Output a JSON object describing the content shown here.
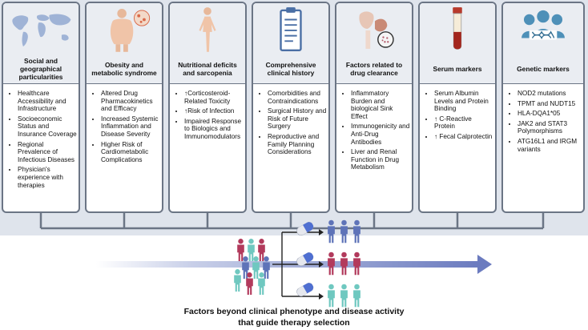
{
  "columns": [
    {
      "id": "social",
      "title": "Social and geographical particularities",
      "icon": "world-map-icon",
      "bullets": [
        "Healthcare Accessibility and Infrastructure",
        "Socioeconomic Status and Insurance Coverage",
        "Regional Prevalence of Infectious Diseases",
        "Physician's experience with therapies"
      ]
    },
    {
      "id": "obesity",
      "title": "Obesity and metabolic syndrome",
      "icon": "obese-person-icon",
      "bullets": [
        "Altered Drug Pharmacokinetics and Efficacy",
        "Increased Systemic Inflammation and Disease Severity",
        "Higher Risk of Cardiometabolic Complications"
      ]
    },
    {
      "id": "nutrition",
      "title": "Nutritional deficits and sarcopenia",
      "icon": "thin-person-icon",
      "bullets": [
        "↑Corticosteroid-Related Toxicity",
        "↑Risk of Infection",
        "Impaired Response to Biologics and Immunomodulators"
      ]
    },
    {
      "id": "history",
      "title": "Comprehensive clinical history",
      "icon": "clipboard-icon",
      "bullets": [
        "Comorbidities and Contraindications",
        "Surgical History and Risk of Future Surgery",
        "Reproductive and Family Planning Considerations"
      ]
    },
    {
      "id": "clearance",
      "title": "Factors related to drug clearance",
      "icon": "organs-icon",
      "bullets": [
        "Inflammatory Burden and biological Sink Effect",
        "Immunogenicity and Anti-Drug Antibodies",
        "Liver and Renal Function in Drug Metabolism"
      ]
    },
    {
      "id": "serum",
      "title": "Serum markers",
      "icon": "blood-tube-icon",
      "bullets": [
        "Serum Albumin Levels and Protein Binding",
        "↑ C-Reactive Protein",
        "↑ Fecal Calprotectin"
      ]
    },
    {
      "id": "genetic",
      "title": "Genetic markers",
      "icon": "genetics-people-icon",
      "bullets": [
        "NOD2 mutations",
        "TPMT and NUDT15",
        "HLA-DQA1*05",
        "JAK2 and STAT3 Polymorphisms",
        "ATG16L1 and IRGM variants"
      ]
    }
  ],
  "caption": {
    "line1": "Factors beyond clinical phenotype and disease activity",
    "line2": "that guide therapy selection"
  },
  "colors": {
    "band": "#dfe4ec",
    "border": "#6b7585",
    "arrow": "#6b7bbf",
    "blue_person": "#5e73b8",
    "red_person": "#b23a5c",
    "teal_person": "#6fc8c0",
    "pill_blue": "#4f6fd1"
  }
}
